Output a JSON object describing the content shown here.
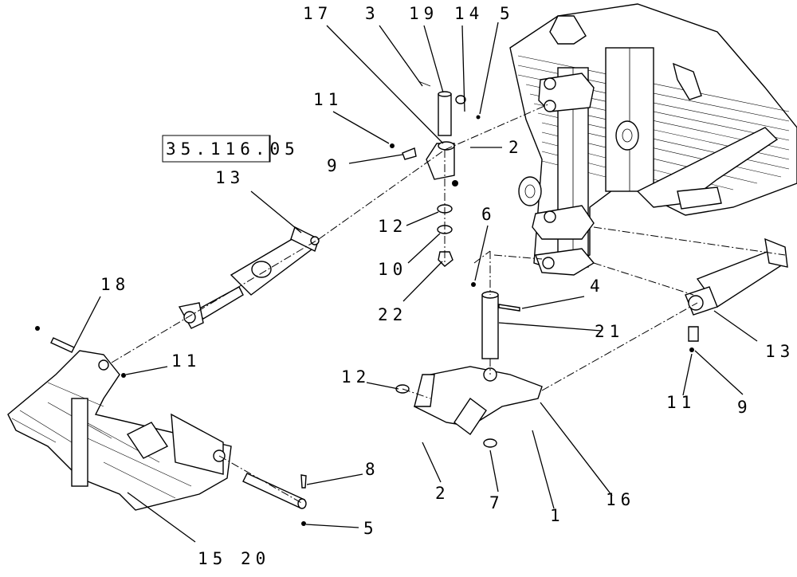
{
  "reference_box": "35.116.05",
  "callouts": [
    {
      "id": "c17",
      "text": "17"
    },
    {
      "id": "c3",
      "text": "3"
    },
    {
      "id": "c19",
      "text": "19"
    },
    {
      "id": "c14",
      "text": "14"
    },
    {
      "id": "c5top",
      "text": "5"
    },
    {
      "id": "c11a",
      "text": "11"
    },
    {
      "id": "c9a",
      "text": "9"
    },
    {
      "id": "c2a",
      "text": "2"
    },
    {
      "id": "c13a",
      "text": "13"
    },
    {
      "id": "c12a",
      "text": "12"
    },
    {
      "id": "c10",
      "text": "10"
    },
    {
      "id": "c22",
      "text": "22"
    },
    {
      "id": "c6",
      "text": "6"
    },
    {
      "id": "c4",
      "text": "4"
    },
    {
      "id": "c21",
      "text": "21"
    },
    {
      "id": "c18",
      "text": "18"
    },
    {
      "id": "c11b",
      "text": "11"
    },
    {
      "id": "c12b",
      "text": "12"
    },
    {
      "id": "c13b",
      "text": "13"
    },
    {
      "id": "c11c",
      "text": "11"
    },
    {
      "id": "c9b",
      "text": "9"
    },
    {
      "id": "c8",
      "text": "8"
    },
    {
      "id": "c2b",
      "text": "2"
    },
    {
      "id": "c7",
      "text": "7"
    },
    {
      "id": "c1",
      "text": "1"
    },
    {
      "id": "c16",
      "text": "16"
    },
    {
      "id": "c5b",
      "text": "5"
    },
    {
      "id": "c15",
      "text": "15"
    },
    {
      "id": "c20",
      "text": "20"
    }
  ]
}
